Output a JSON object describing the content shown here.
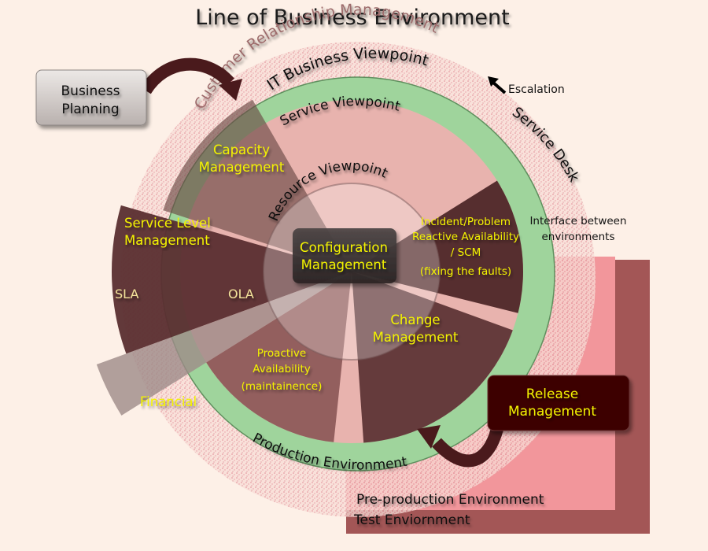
{
  "title": "Line of Business Environment",
  "colors": {
    "background": "#fdf0e7",
    "green_ring": "#9fd49c",
    "service_pink": "#e8b3ae",
    "dark_maroon": "#5e3536",
    "highlight_yellow": "#f2f200",
    "preprod_pink": "#f2969b",
    "test_maroon": "#a35656",
    "release_box": "#3e0606"
  },
  "outer_ring": {
    "label": "Customer Relationship Management"
  },
  "rings": {
    "it_business": "IT Business Viewpoint",
    "service": "Service Viewpoint",
    "resource": "Resource Viewpoint",
    "production": "Production Environment"
  },
  "boxes": {
    "business_planning": [
      "Business",
      "Planning"
    ],
    "configuration": [
      "Configuration",
      "Management"
    ],
    "release": [
      "Release",
      "Management"
    ]
  },
  "segments": {
    "capacity": [
      "Capacity",
      "Management"
    ],
    "service_level": [
      "Service Level",
      "Management"
    ],
    "sla": "SLA",
    "ola": "OLA",
    "incident": [
      "Incident/Problem",
      "Reactive Availability",
      "/ SCM",
      "(fixing the faults)"
    ],
    "change": [
      "Change",
      "Management"
    ],
    "proactive": [
      "Proactive",
      "Availability",
      "(maintainence)"
    ],
    "financial": "Financial"
  },
  "annotations": {
    "escalation": "Escalation",
    "service_desk": "Service Desk",
    "interface": [
      "Interface between",
      "environments"
    ]
  },
  "environments": {
    "preproduction": "Pre-production Environment",
    "test": "Test Enviornment"
  }
}
